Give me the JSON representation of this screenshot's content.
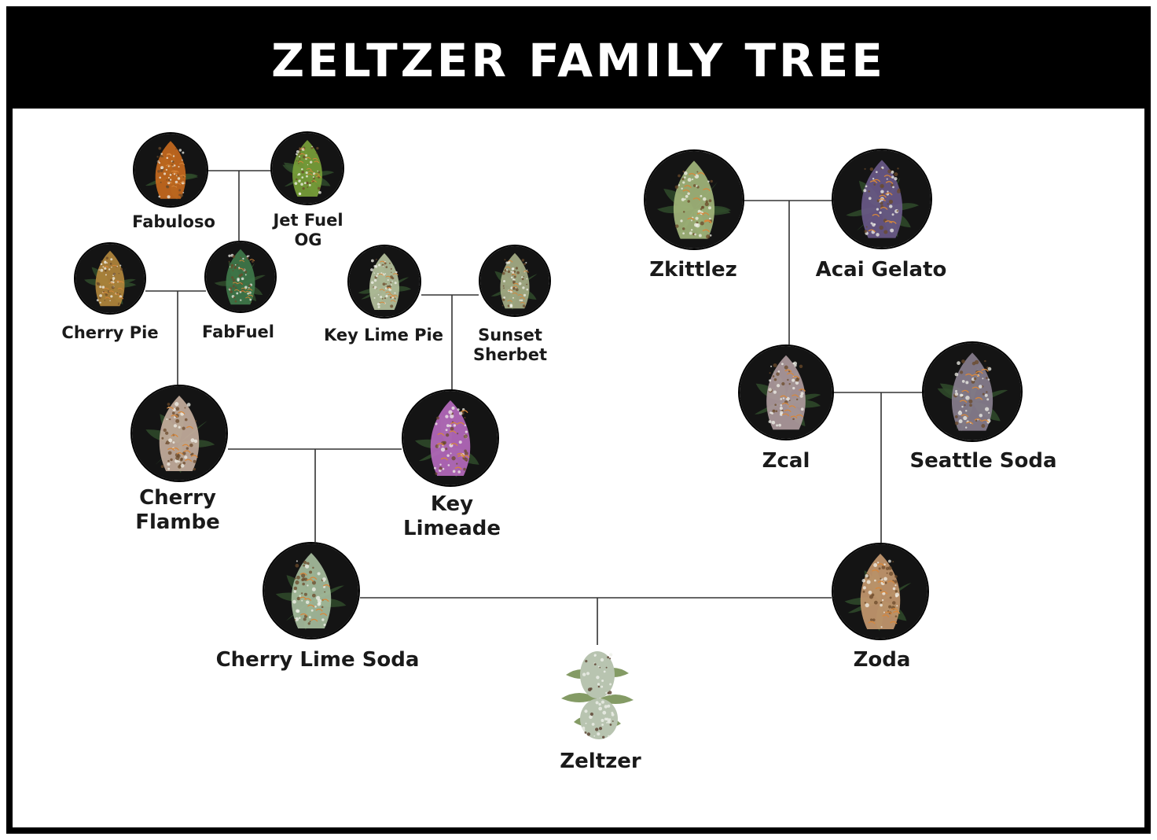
{
  "title": "ZELTZER FAMILY TREE",
  "colors": {
    "header_bg": "#000000",
    "header_text": "#ffffff",
    "frame": "#000000",
    "line": "#333333",
    "label": "#1a1a1a"
  },
  "strains": {
    "fabuloso": {
      "label": [
        "Fabuloso"
      ],
      "icon": "fabuloso-bud-icon",
      "tone": "#c96a1e"
    },
    "jet_fuel_og": {
      "label": [
        "Jet Fuel",
        "OG"
      ],
      "icon": "jet-fuel-og-bud-icon",
      "tone": "#7aa23a"
    },
    "cherry_pie": {
      "label": [
        "Cherry Pie"
      ],
      "icon": "cherry-pie-bud-icon",
      "tone": "#b4873c"
    },
    "fabfuel": {
      "label": [
        "FabFuel"
      ],
      "icon": "fabfuel-bud-icon",
      "tone": "#3f7a4a"
    },
    "key_lime_pie": {
      "label": [
        "Key Lime Pie"
      ],
      "icon": "key-lime-pie-bud-icon",
      "tone": "#b8c4a0"
    },
    "sunset_sherbet": {
      "label": [
        "Sunset",
        "Sherbet"
      ],
      "icon": "sunset-sherbet-bud-icon",
      "tone": "#a8b088"
    },
    "cherry_flambe": {
      "label": [
        "Cherry",
        "Flambe"
      ],
      "icon": "cherry-flambe-bud-icon",
      "tone": "#c8b0a0"
    },
    "key_limeade": {
      "label": [
        "Key",
        "Limeade"
      ],
      "icon": "key-limeade-bud-icon",
      "tone": "#b86ac0"
    },
    "zkittlez": {
      "label": [
        "Zkittlez"
      ],
      "icon": "zkittlez-bud-icon",
      "tone": "#a4b87c"
    },
    "acai_gelato": {
      "label": [
        "Acai Gelato"
      ],
      "icon": "acai-gelato-bud-icon",
      "tone": "#6a5a8a"
    },
    "zcal": {
      "label": [
        "Zcal"
      ],
      "icon": "zcal-bud-icon",
      "tone": "#b09ca0"
    },
    "seattle_soda": {
      "label": [
        "Seattle Soda"
      ],
      "icon": "seattle-soda-bud-icon",
      "tone": "#8a8090"
    },
    "cherry_lime_soda": {
      "label": [
        "Cherry Lime Soda"
      ],
      "icon": "cherry-lime-soda-bud-icon",
      "tone": "#a8c0a0"
    },
    "zoda": {
      "label": [
        "Zoda"
      ],
      "icon": "zoda-bud-icon",
      "tone": "#c89a70"
    },
    "zeltzer": {
      "label": [
        "Zeltzer"
      ],
      "icon": "zeltzer-plant-icon",
      "tone": "#b8c4b0"
    }
  }
}
